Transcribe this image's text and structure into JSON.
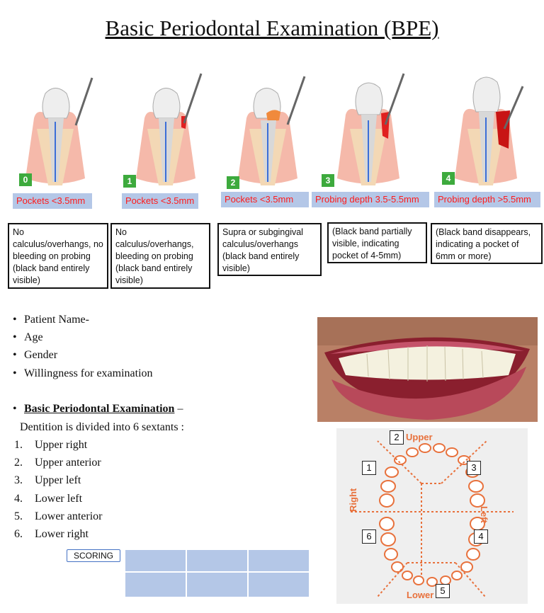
{
  "title": "Basic Periodontal Examination (BPE)",
  "grades": [
    {
      "code": "0",
      "pocket": "Pockets <3.5mm",
      "desc": "No calculus/overhangs, no bleeding on probing (black band entirely visible)"
    },
    {
      "code": "1",
      "pocket": "Pockets <3.5mm",
      "desc": "No calculus/overhangs, bleeding on probing (black band entirely visible)"
    },
    {
      "code": "2",
      "pocket": "Pockets <3.5mm",
      "desc": "Supra or subgingival calculus/overhangs (black band entirely visible)"
    },
    {
      "code": "3",
      "pocket": "Probing depth 3.5-5.5mm",
      "desc": "(Black band partially visible, indicating pocket of 4-5mm)"
    },
    {
      "code": "4",
      "pocket": "Probing depth >5.5mm",
      "desc": "(Black band disappears, indicating a pocket of 6mm or more)"
    }
  ],
  "patient_fields": [
    "Patient Name-",
    "Age",
    "Gender",
    "Willingness for examination"
  ],
  "bpe_heading": "Basic Periodontal Examination",
  "bpe_dash": " –",
  "sextant_intro": "Dentition is divided into 6 sextants :",
  "sextants": [
    {
      "n": "1.",
      "label": "Upper right"
    },
    {
      "n": "2.",
      "label": "Upper anterior"
    },
    {
      "n": "3.",
      "label": "Upper left"
    },
    {
      "n": "4.",
      "label": "Lower left"
    },
    {
      "n": "5.",
      "label": "Lower anterior"
    },
    {
      "n": "6.",
      "label": "Lower right"
    }
  ],
  "scoring_label": "SCORING",
  "chart_labels": {
    "upper": "Upper",
    "lower": "Lower",
    "right": "Right",
    "left": "Left"
  },
  "chart_sextant_numbers": [
    "1",
    "2",
    "3",
    "4",
    "5",
    "6"
  ],
  "colors": {
    "grade_badge": "#3daa3d",
    "pocket_bg": "#b4c7e7",
    "pocket_text": "#ff1a1a",
    "chart_orange": "#e8713c"
  }
}
